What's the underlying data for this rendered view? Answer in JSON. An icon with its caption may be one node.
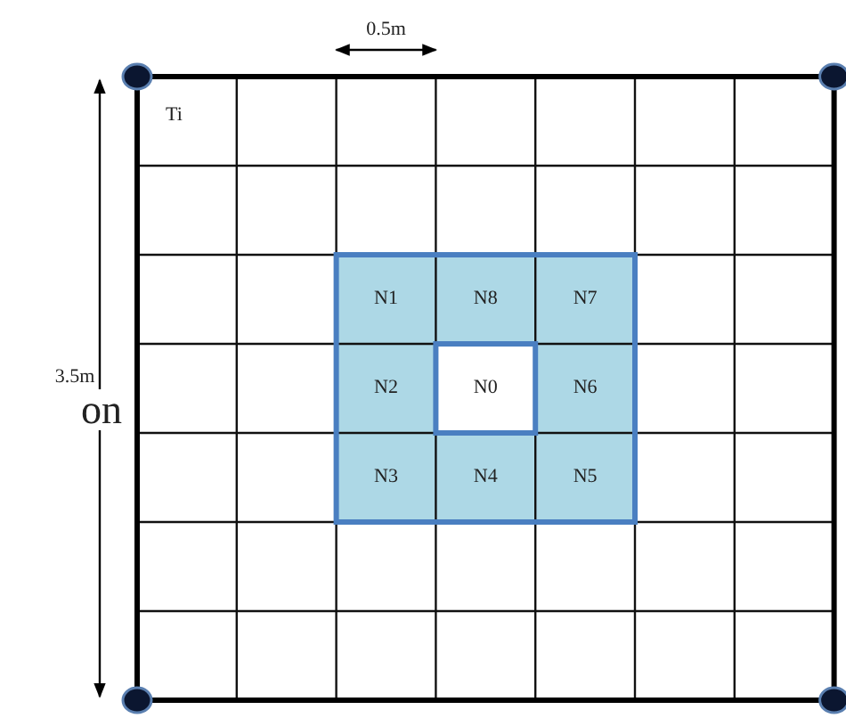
{
  "diagram": {
    "labels": [
      "0.5m",
      "Ti",
      "N1",
      "N8",
      "N7",
      "3.5m",
      "N2",
      "N0",
      "N6",
      "on",
      "N3",
      "N4",
      "N5"
    ]
  }
}
